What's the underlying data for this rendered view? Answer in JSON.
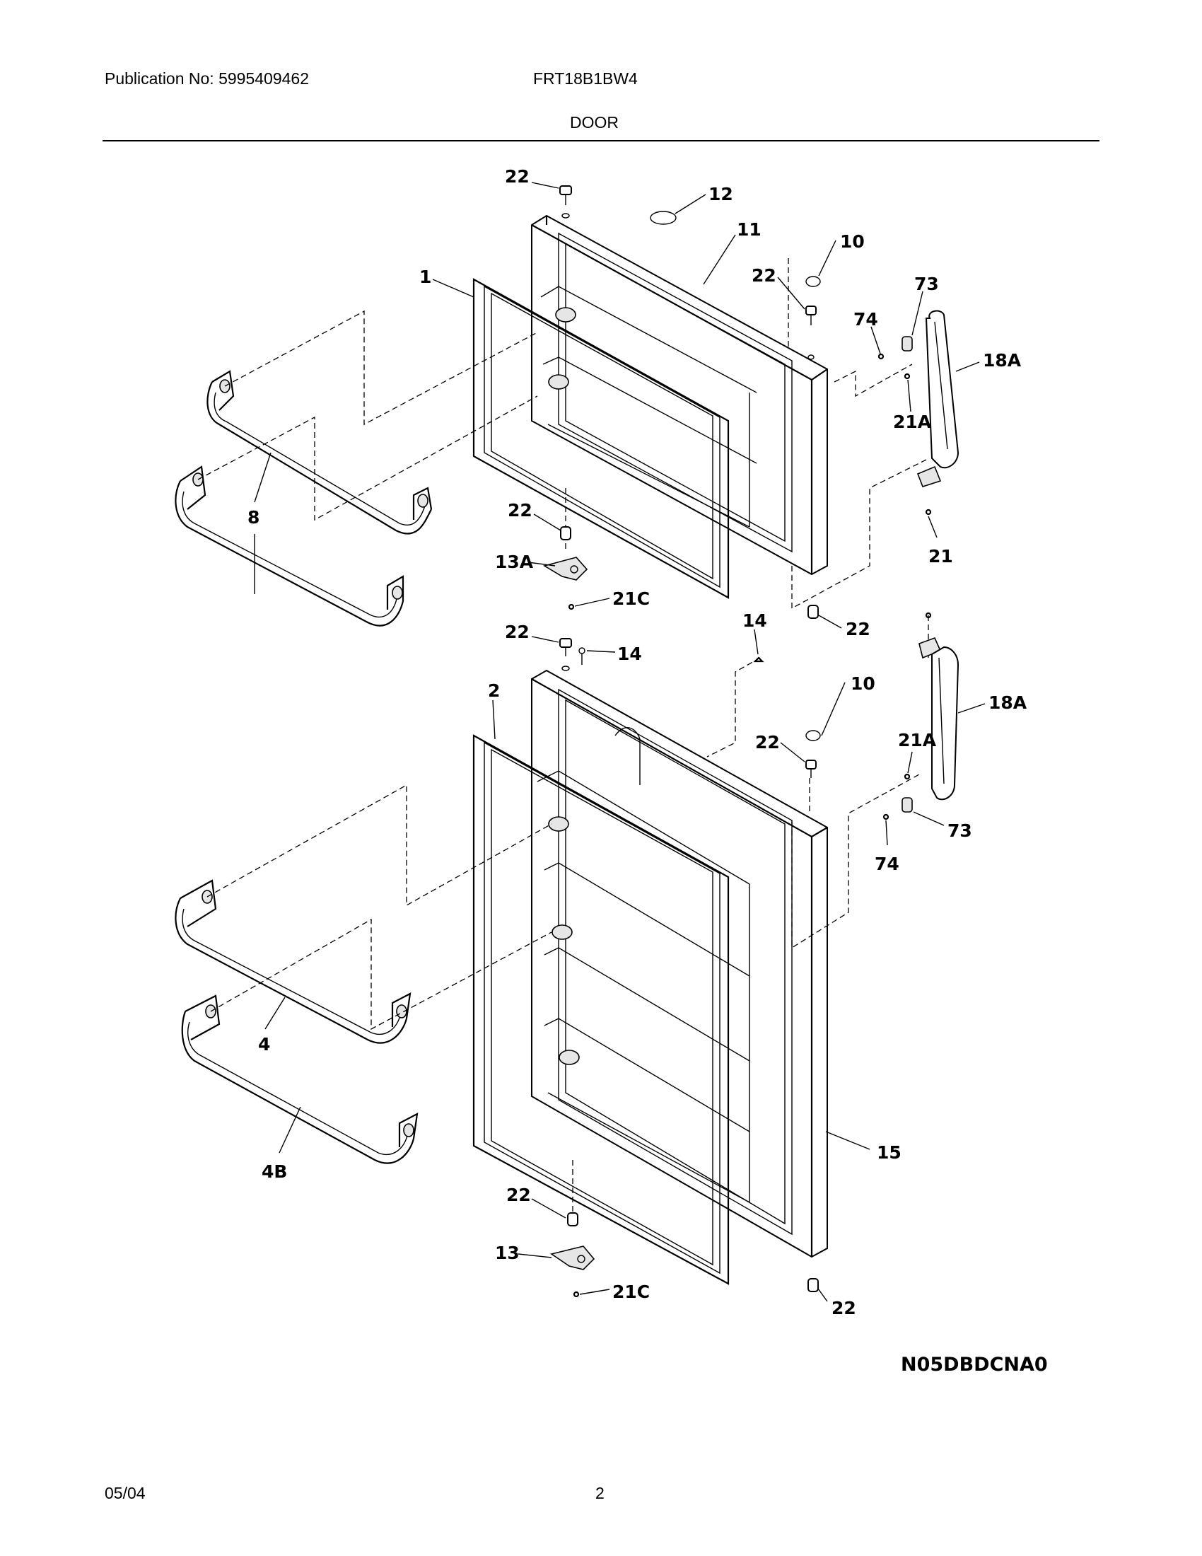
{
  "header": {
    "publication": "Publication No: 5995409462",
    "model": "FRT18B1BW4",
    "section": "DOOR"
  },
  "callouts": {
    "c22_top": "22",
    "c12": "12",
    "c11": "11",
    "c10_top": "10",
    "c22_upper_right": "22",
    "c73_top": "73",
    "c74_top": "74",
    "c18A_top": "18A",
    "c21A_top": "21A",
    "c1": "1",
    "c8": "8",
    "c22_mid": "22",
    "c13A": "13A",
    "c21C_top": "21C",
    "c22_upper_bottom": "22",
    "c21": "21",
    "c22_lower_top": "22",
    "c14_a": "14",
    "c14_b": "14",
    "c10_lower": "10",
    "c22_lower_right": "22",
    "c18A_lower": "18A",
    "c21A_lower": "21A",
    "c73_lower": "73",
    "c74_lower": "74",
    "c2": "2",
    "c4": "4",
    "c4B": "4B",
    "c15": "15",
    "c22_lower_hinge": "22",
    "c13": "13",
    "c21C_lower": "21C",
    "c22_bottom": "22"
  },
  "diagram_code": "N05DBDCNA0",
  "footer": {
    "date": "05/04",
    "page": "2"
  }
}
